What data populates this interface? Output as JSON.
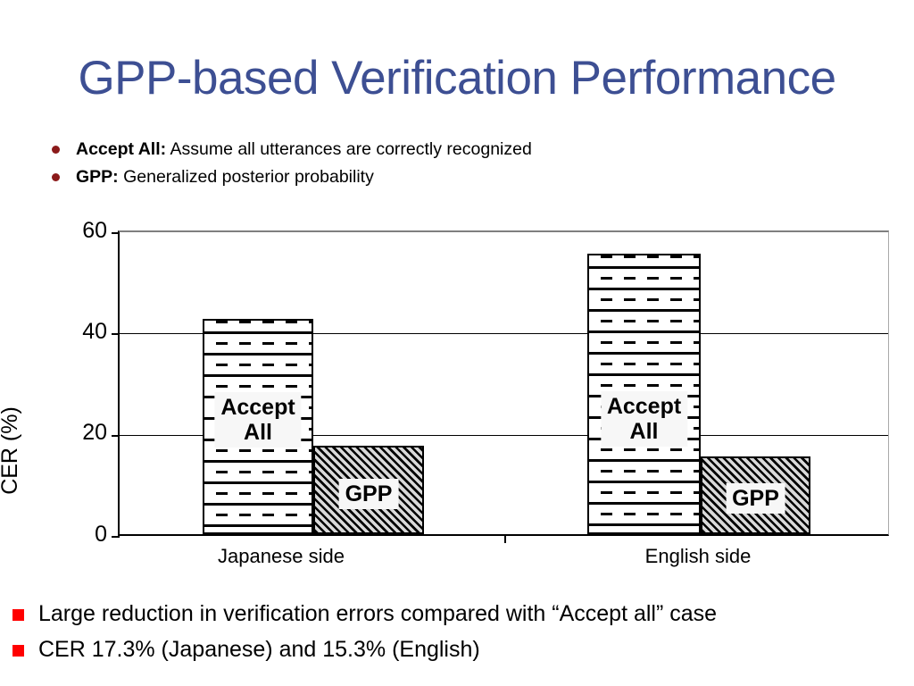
{
  "slide": {
    "title": "GPP-based Verification Performance",
    "title_color": "#3d4f93",
    "bullet_dot_color": "#8b1a1a",
    "bullet_square_color": "#ff0000",
    "top_bullets": [
      {
        "bold": "Accept All:",
        "rest": " Assume all utterances are correctly recognized"
      },
      {
        "bold": "GPP:",
        "rest": " Generalized posterior probability"
      }
    ],
    "bottom_bullets": [
      "Large reduction in verification errors compared with “Accept all” case",
      "CER 17.3% (Japanese) and 15.3% (English)"
    ]
  },
  "chart_data": {
    "type": "bar",
    "title": "",
    "xlabel": "",
    "ylabel": "CER (%)",
    "ylim": [
      0,
      60
    ],
    "yticks": [
      "0",
      "20",
      "40",
      "60"
    ],
    "ytick_values": [
      0,
      20,
      40,
      60
    ],
    "grid": true,
    "legend": "none",
    "categories": [
      "Japanese side",
      "English side"
    ],
    "series": [
      {
        "name": "Accept All",
        "values": [
          42.3,
          55.0
        ]
      },
      {
        "name": "GPP",
        "values": [
          17.3,
          15.3
        ]
      }
    ],
    "bar_labels": {
      "accept_all": "Accept\nAll",
      "gpp": "GPP"
    },
    "annotations": []
  }
}
